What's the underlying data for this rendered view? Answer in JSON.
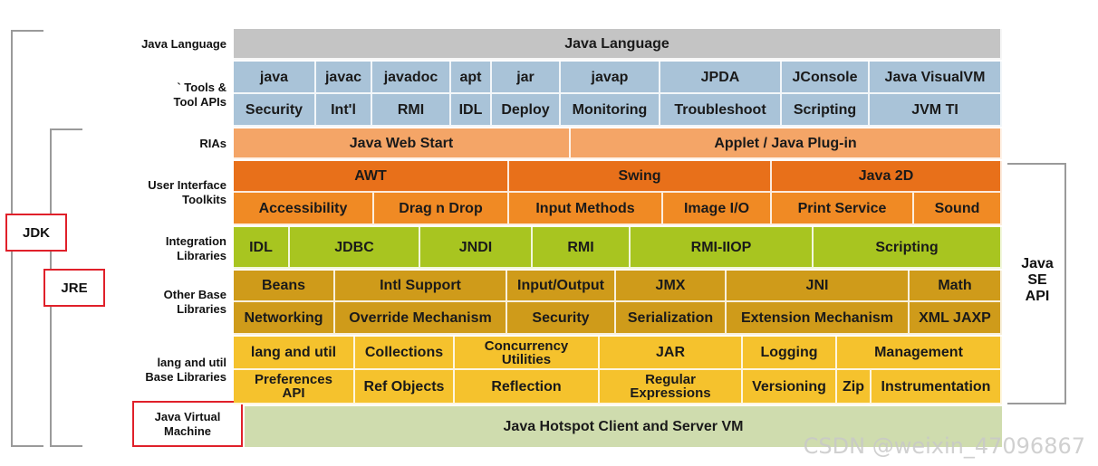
{
  "colors": {
    "grey": "#c4c4c4",
    "blue": "#a9c3d8",
    "peach": "#f4a567",
    "orange_dark": "#e8701a",
    "orange": "#f08a24",
    "green": "#a8c520",
    "gold": "#cf9b1a",
    "yellow": "#f5c22d",
    "pale_green": "#cfdcae",
    "highlight": "#e0202a"
  },
  "side": {
    "jdk": "JDK",
    "jre": "JRE",
    "java_se_api": [
      "Java",
      "SE",
      "API"
    ]
  },
  "row_labels": {
    "java_language": "Java Language",
    "tools": [
      "` Tools &",
      "Tool APIs"
    ],
    "rias": "RIAs",
    "ui_toolkits": [
      "User Interface",
      "Toolkits"
    ],
    "integration": [
      "Integration",
      "Libraries"
    ],
    "other_base": [
      "Other Base",
      "Libraries"
    ],
    "lang_util": [
      "lang and util",
      "Base Libraries"
    ],
    "jvm": [
      "Java Virtual",
      "Machine"
    ]
  },
  "rows": {
    "language": [
      "Java Language"
    ],
    "tools1": [
      "java",
      "javac",
      "javadoc",
      "apt",
      "jar",
      "javap",
      "JPDA",
      "JConsole",
      "Java VisualVM"
    ],
    "tools2": [
      "Security",
      "Int'l",
      "RMI",
      "IDL",
      "Deploy",
      "Monitoring",
      "Troubleshoot",
      "Scripting",
      "JVM TI"
    ],
    "rias": [
      "Java Web Start",
      "Applet / Java Plug-in"
    ],
    "ui1": [
      "AWT",
      "Swing",
      "Java 2D"
    ],
    "ui2": [
      "Accessibility",
      "Drag n Drop",
      "Input Methods",
      "Image I/O",
      "Print Service",
      "Sound"
    ],
    "integration": [
      "IDL",
      "JDBC",
      "JNDI",
      "RMI",
      "RMI-IIOP",
      "Scripting"
    ],
    "other1": [
      "Beans",
      "Intl Support",
      "Input/Output",
      "JMX",
      "JNI",
      "Math"
    ],
    "other2": [
      "Networking",
      "Override Mechanism",
      "Security",
      "Serialization",
      "Extension Mechanism",
      "XML JAXP"
    ],
    "lang1": [
      "lang and util",
      "Collections",
      [
        "Concurrency",
        "Utilities"
      ],
      "JAR",
      "Logging",
      "Management"
    ],
    "lang2": [
      [
        "Preferences",
        "API"
      ],
      "Ref Objects",
      "Reflection",
      [
        "Regular",
        "Expressions"
      ],
      "Versioning",
      "Zip",
      "Instrumentation"
    ],
    "jvm": [
      "Java Hotspot Client and Server VM"
    ]
  },
  "watermark": "CSDN @weixin_47096867"
}
